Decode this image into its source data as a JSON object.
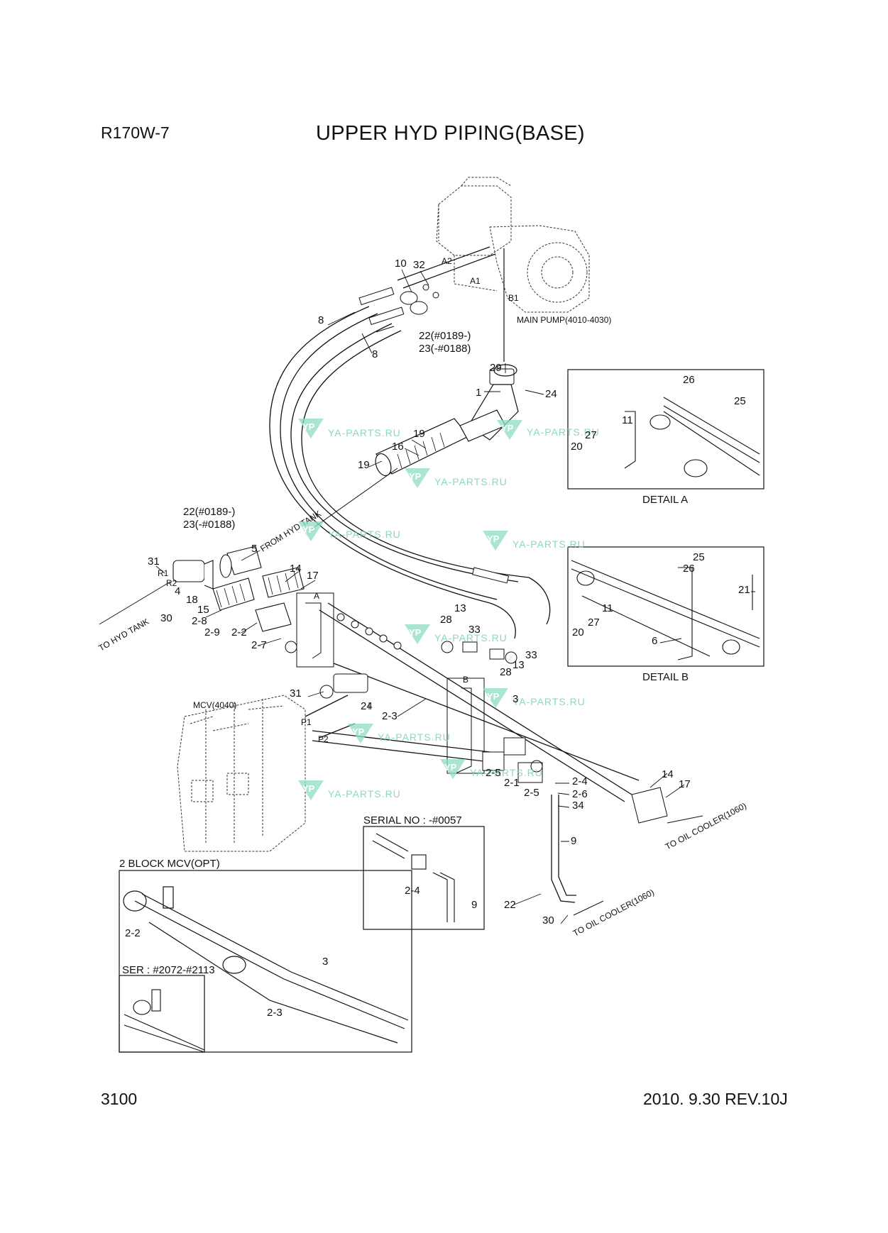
{
  "header": {
    "model": "R170W-7",
    "title": "UPPER HYD PIPING(BASE)"
  },
  "footer": {
    "page_number": "3100",
    "revision": "2010.  9.30 REV.10J"
  },
  "labels": {
    "main_pump": "MAIN PUMP(4010-4030)",
    "mcv": "MCV(4040)",
    "from_hyd_tank": "FROM HYD TANK",
    "to_hyd_tank": "TO HYD TANK",
    "to_oil_cooler": "TO OIL COOLER(1060)",
    "detail_a": "DETAIL A",
    "detail_b": "DETAIL B",
    "serial_no": "SERIAL NO : -#0057",
    "block_mcv": "2 BLOCK MCV(OPT)",
    "ser_range": "SER : #2072-#2113",
    "port_a1": "A1",
    "port_a2": "A2",
    "port_b1": "B1",
    "port_p1": "P1",
    "port_p2": "P2",
    "port_r1": "R1",
    "port_r2": "R2",
    "letter_a": "A",
    "letter_b": "B",
    "serial_note_1": "22(#0189-)",
    "serial_note_2": "23(-#0188)"
  },
  "callouts": {
    "n1": "1",
    "n3": "3",
    "n4": "4",
    "n5": "5",
    "n6": "6",
    "n8": "8",
    "n9": "9",
    "n10": "10",
    "n11": "11",
    "n13": "13",
    "n14": "14",
    "n15": "15",
    "n16": "16",
    "n17": "17",
    "n18": "18",
    "n19": "19",
    "n20": "20",
    "n21": "21",
    "n22": "22",
    "n24": "24",
    "n25": "25",
    "n26": "26",
    "n27": "27",
    "n28": "28",
    "n29": "29",
    "n30": "30",
    "n31": "31",
    "n32": "32",
    "n33": "33",
    "n34": "34",
    "n2_1": "2-1",
    "n2_2": "2-2",
    "n2_3": "2-3",
    "n2_4": "2-4",
    "n2_5": "2-5",
    "n2_6": "2-6",
    "n2_7": "2-7",
    "n2_8": "2-8",
    "n2_9": "2-9"
  },
  "watermark": {
    "text": "YA-PARTS.RU",
    "logo_text": "YP",
    "color": "#7fd3b8"
  }
}
